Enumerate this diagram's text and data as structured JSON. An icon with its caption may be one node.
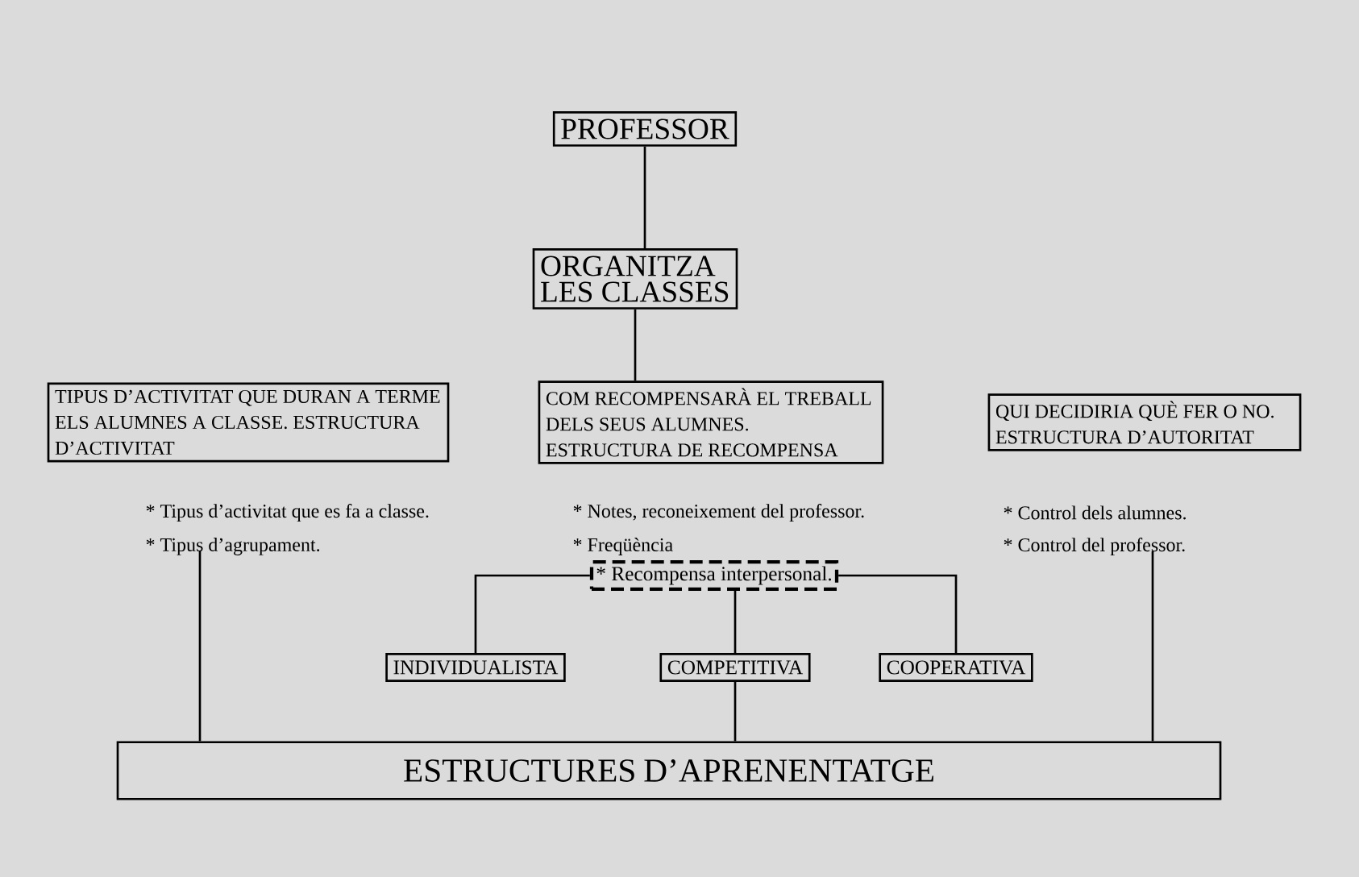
{
  "diagram": {
    "nodes": [
      {
        "text": [
          "PROFESSOR"
        ]
      },
      {
        "text": [
          "ORGANITZA LES CLASSES"
        ]
      },
      {
        "text": [
          "TIPUS D’ACTIVITAT QUE DURAN A TERME ELS ALUMNES A CLASSE. ESTRUCTURA D’ACTIVITAT"
        ],
        "beside": [
          "* Tipus d’activitat que es fa a classe.",
          "* Tipus d’agrupament."
        ]
      },
      {
        "text": [
          "COM RECOMPENSARÀ EL TREBALL DELS SEUS ALUMNES. ESTRUCTURA DE RECOMPENSA"
        ],
        "beside": [
          "* Notes, reconeixement del professor.",
          "* Freqüència"
        ]
      },
      {
        "text": [
          "QUI DECIDIRIA QUÈ FER O NO. ESTRUCTURA D’AUTORITAT"
        ],
        "beside": [
          "* Control dels alumnes.",
          "* Control del professor."
        ]
      },
      {
        "text": [
          "* Recompensa interpersonal."
        ]
      },
      {
        "text": [
          "INDIVIDUALISTA"
        ]
      },
      {
        "text": [
          "COMPETITIVA"
        ]
      },
      {
        "text": [
          "COOPERATIVA"
        ]
      },
      {
        "text": [
          "ESTRUCTURES D’APRENENTATGE"
        ]
      }
    ],
    "edges": [
      {
        "from": 0,
        "to": 1,
        "arrow": "none"
      },
      {
        "from": 1,
        "to": 3,
        "arrow": "none"
      },
      {
        "from": 5,
        "to": 6,
        "arrow": "none"
      },
      {
        "from": 5,
        "to": 7,
        "arrow": "none"
      },
      {
        "from": 5,
        "to": 8,
        "arrow": "none"
      },
      {
        "from": 7,
        "to": 9,
        "arrow": "none"
      },
      {
        "from": 2,
        "to": 9,
        "arrow": "none"
      },
      {
        "from": 4,
        "to": 9,
        "arrow": "none"
      }
    ]
  }
}
